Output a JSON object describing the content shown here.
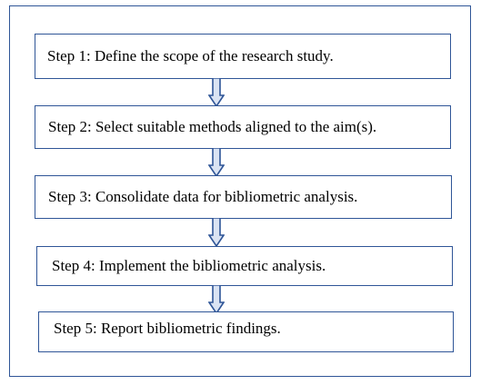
{
  "colors": {
    "border": "#2f5597",
    "arrow_fill": "#dae3f3",
    "text": "#000000"
  },
  "steps": [
    {
      "label": "Step 1: Define the scope of the research study."
    },
    {
      "label": "Step 2: Select suitable methods aligned to the aim(s)."
    },
    {
      "label": "Step 3: Consolidate data for bibliometric analysis."
    },
    {
      "label": "Step 4: Implement the bibliometric analysis."
    },
    {
      "label": "Step 5: Report bibliometric findings."
    }
  ],
  "arrows": [
    {
      "icon": "down-arrow-icon"
    },
    {
      "icon": "down-arrow-icon"
    },
    {
      "icon": "down-arrow-icon"
    },
    {
      "icon": "down-arrow-icon"
    }
  ]
}
